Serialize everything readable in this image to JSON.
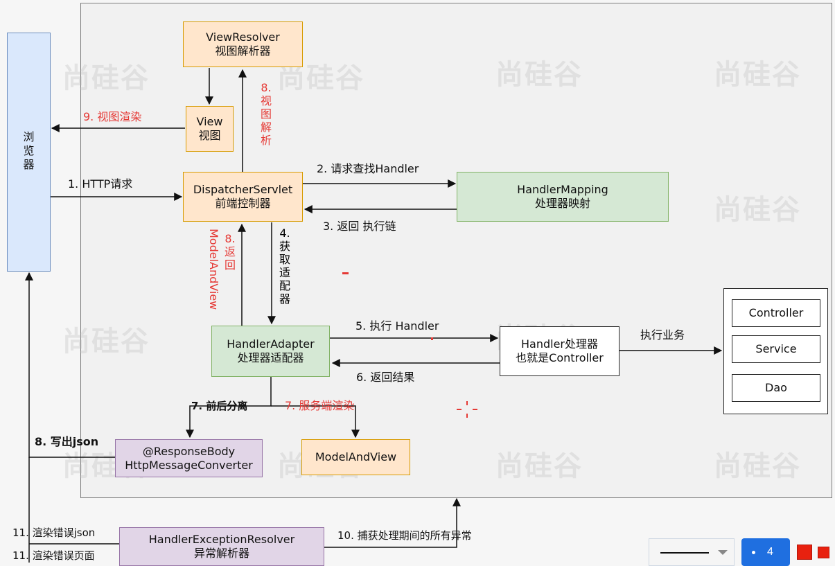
{
  "watermark": "尚硅谷",
  "nodes": {
    "view_resolver": {
      "line1": "ViewResolver",
      "line2": "视图解析器"
    },
    "view": {
      "line1": "View",
      "line2": "视图"
    },
    "browser": {
      "chars": [
        "浏",
        "览",
        "器"
      ]
    },
    "dispatcher": {
      "line1": "DispatcherServlet",
      "line2": "前端控制器"
    },
    "handler_mapping": {
      "line1": "HandlerMapping",
      "line2": "处理器映射"
    },
    "handler_adapter": {
      "line1": "HandlerAdapter",
      "line2": "处理器适配器"
    },
    "handler": {
      "line1": "Handler处理器",
      "line2": "也就是Controller"
    },
    "layers": [
      "Controller",
      "Service",
      "Dao"
    ],
    "response_body": {
      "line1": "@ResponseBody",
      "line2": "HttpMessageConverter"
    },
    "model_and_view": {
      "label": "ModelAndView"
    },
    "exception_resolver": {
      "line1": "HandlerExceptionResolver",
      "line2": "异常解析器"
    }
  },
  "edges": {
    "e1": "1. HTTP请求",
    "e2": "2. 请求查找Handler",
    "e3": "3. 返回 执行链",
    "e4_num": "4.",
    "e4_chars": [
      "获",
      "取",
      "适",
      "配",
      "器"
    ],
    "e5": "5. 执行 Handler",
    "e6": "6. 返回结果",
    "e7a": "7. 前后分离",
    "e7b": "7. 服务端渲染",
    "e8_mav_num": "8.",
    "e8_mav_chars": [
      "返",
      "回"
    ],
    "e8_mav_word": "ModelAndView",
    "e8_resolve_num": "8.",
    "e8_resolve_chars": [
      "视",
      "图",
      "解",
      "析"
    ],
    "e8_json": "8. 写出json",
    "e9": "9. 视图渲染",
    "e10": "10. 捕获处理期间的所有异常",
    "e11a": "11. 渲染错误json",
    "e11b": "11. 渲染错误页面",
    "business": "执行业务"
  },
  "toolbar": {
    "page": "4"
  },
  "colors": {
    "label_red": "#e53935",
    "toolbar_blue": "#1f6fe0",
    "marker_red": "#e8210f"
  }
}
